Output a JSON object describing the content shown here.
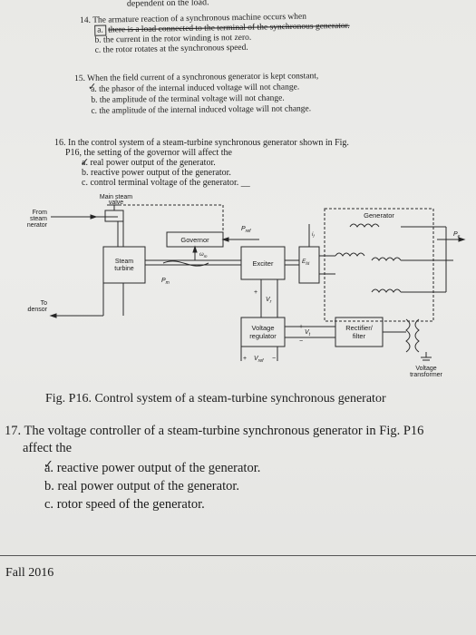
{
  "top_fragment": "dependent on the load.",
  "q14": {
    "stem": "14. The armature reaction of a synchronous machine occurs when",
    "options": [
      {
        "letter": "a.",
        "text": "there is a load connected to the terminal of the synchronous generator."
      },
      {
        "letter": "b.",
        "text": "the current in the rotor winding is not zero."
      },
      {
        "letter": "c.",
        "text": "the rotor rotates at the synchronous speed."
      }
    ]
  },
  "q15": {
    "stem": "15. When the field current of a synchronous generator is kept constant,",
    "options": [
      {
        "letter": "a.",
        "text": "the phasor of the internal induced voltage will not change."
      },
      {
        "letter": "b.",
        "text": "the amplitude of the terminal voltage will not change."
      },
      {
        "letter": "c.",
        "text": "the amplitude of the internal induced voltage will not change."
      }
    ]
  },
  "q16": {
    "stem_line1": "16. In the control system of a steam-turbine synchronous generator shown in Fig.",
    "stem_line2": "P16, the setting of the governor will affect the",
    "options": [
      {
        "letter": "a.",
        "text": "real power output of the generator."
      },
      {
        "letter": "b.",
        "text": "reactive power output of the generator."
      },
      {
        "letter": "c.",
        "text": "control terminal voltage of the generator."
      }
    ],
    "answer_blank": "__"
  },
  "diagram": {
    "labels": {
      "main_steam_valve_1": "Main steam",
      "main_steam_valve_2": "valve",
      "from_1": "From",
      "from_2": "steam",
      "from_3": "generator",
      "governor": "Governor",
      "pref": "P",
      "pref_sub": "ref",
      "omega": "ω",
      "omega_sub": "m",
      "steam_turbine_1": "Steam",
      "steam_turbine_2": "turbine",
      "pm": "P",
      "pm_sub": "m",
      "exciter": "Exciter",
      "efd": "E",
      "efd_sub": "fd",
      "if_label": "i",
      "if_sub": "f",
      "generator": "Generator",
      "pe": "P",
      "pe_sub": "e",
      "vr": "V",
      "vr_sub": "r",
      "plus": "+",
      "minus": "−",
      "to_1": "To",
      "to_2": "condensor",
      "voltage_regulator_1": "Voltage",
      "voltage_regulator_2": "regulator",
      "vt": "V",
      "vt_sub": "t",
      "rectifier_1": "Rectifier/",
      "rectifier_2": "filter",
      "vref": "V",
      "vref_sub": "ref",
      "vt_1": "Voltage",
      "vt_2": "transformer"
    }
  },
  "caption": "Fig. P16. Control system of a steam-turbine synchronous generator",
  "q17": {
    "stem_line1": "17. The voltage controller of a steam-turbine synchronous generator in Fig. P16",
    "stem_line2": "affect the",
    "options": [
      {
        "letter": "a.",
        "text": "reactive power output of the generator."
      },
      {
        "letter": "b.",
        "text": "real power output of the generator."
      },
      {
        "letter": "c.",
        "text": "rotor speed of the generator."
      }
    ]
  },
  "footer": "Fall 2016"
}
